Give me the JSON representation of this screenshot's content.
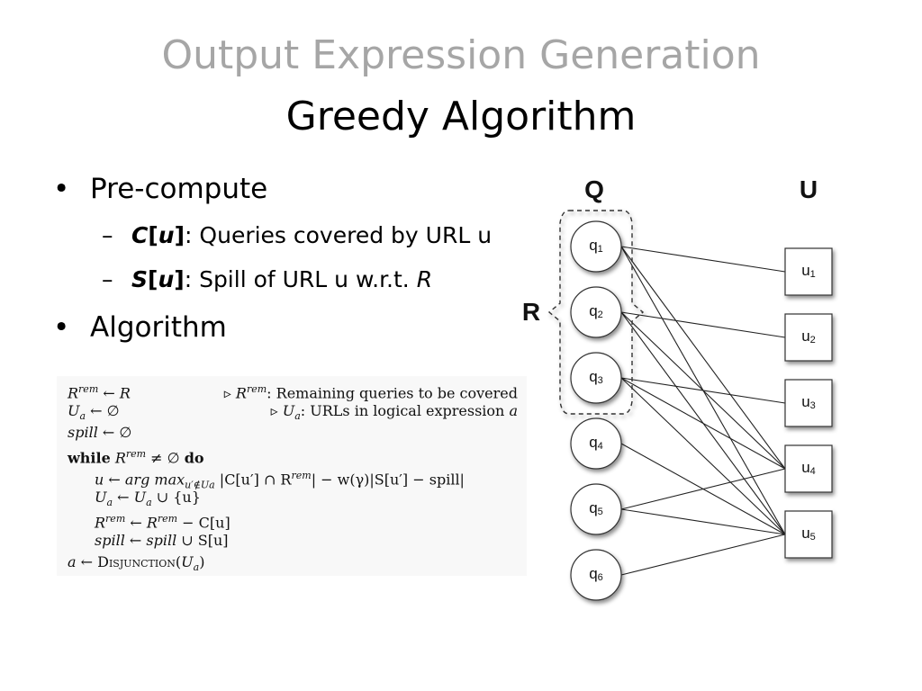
{
  "title": {
    "line1": "Output Expression Generation",
    "line2": "Greedy Algorithm"
  },
  "bullets": [
    {
      "marker": "•",
      "label": "Pre-compute",
      "subitems": [
        {
          "marker": "–",
          "key": "C[u]",
          "key_name": "C",
          "key_arg": "u",
          "text": ": Queries covered by URL u"
        },
        {
          "marker": "–",
          "key": "S[u]",
          "key_name": "S",
          "key_arg": "u",
          "text_a": ": Spill of URL u w.r.t. ",
          "text_b": "R"
        }
      ]
    },
    {
      "marker": "•",
      "label": "Algorithm"
    }
  ],
  "algorithm": {
    "lines": [
      {
        "code": "R^rem ← R",
        "comment": "▹ R^rem: Remaining queries to be covered"
      },
      {
        "code": "U_a ← ∅",
        "comment": "▹ U_a: URLs in logical expression a"
      },
      {
        "code": "spill ← ∅"
      },
      {
        "code": "while R^rem ≠ ∅ do"
      },
      {
        "code": "u ← arg max_{u′∉U_a} |C[u′] ∩ R^rem| − w(γ)|S[u′] − spill|"
      },
      {
        "code": "U_a ← U_a ∪ {u}"
      },
      {
        "code": "R^rem ← R^rem − C[u]"
      },
      {
        "code": "spill ← spill ∪ S[u]"
      },
      {
        "code": "a ← Disjunction(U_a)"
      }
    ],
    "tokens": {
      "R": "R",
      "rem": "rem",
      "U": "U",
      "a": "a",
      "spill": "spill",
      "while": "while",
      "do": "do",
      "u": "u",
      "argmax": "arg max",
      "maxsub": "u′∉U",
      "disj": "Disjunction",
      "c_remaining": ": Remaining queries to be covered",
      "c_urls": ": URLs in logical expression ",
      "abs_expr": "|C[u′] ∩ R",
      "abs_expr2": "| − w(γ)|S[u′] − spill|",
      "union_u": " ∪ {u}",
      "minus_c": " − C[u]",
      "union_s": " ∪ S[u]"
    }
  },
  "diagram": {
    "col_q": "Q",
    "col_u": "U",
    "group_label": "R",
    "queries": [
      {
        "base": "q",
        "idx": "1"
      },
      {
        "base": "q",
        "idx": "2"
      },
      {
        "base": "q",
        "idx": "3"
      },
      {
        "base": "q",
        "idx": "4"
      },
      {
        "base": "q",
        "idx": "5"
      },
      {
        "base": "q",
        "idx": "6"
      }
    ],
    "urls": [
      {
        "base": "u",
        "idx": "1"
      },
      {
        "base": "u",
        "idx": "2"
      },
      {
        "base": "u",
        "idx": "3"
      },
      {
        "base": "u",
        "idx": "4"
      },
      {
        "base": "u",
        "idx": "5"
      }
    ],
    "edges": [
      [
        "q1",
        "u1"
      ],
      [
        "q1",
        "u4"
      ],
      [
        "q1",
        "u5"
      ],
      [
        "q2",
        "u2"
      ],
      [
        "q2",
        "u4"
      ],
      [
        "q2",
        "u5"
      ],
      [
        "q3",
        "u3"
      ],
      [
        "q3",
        "u4"
      ],
      [
        "q3",
        "u5"
      ],
      [
        "q4",
        "u5"
      ],
      [
        "q5",
        "u4"
      ],
      [
        "q5",
        "u5"
      ],
      [
        "q6",
        "u5"
      ]
    ]
  }
}
